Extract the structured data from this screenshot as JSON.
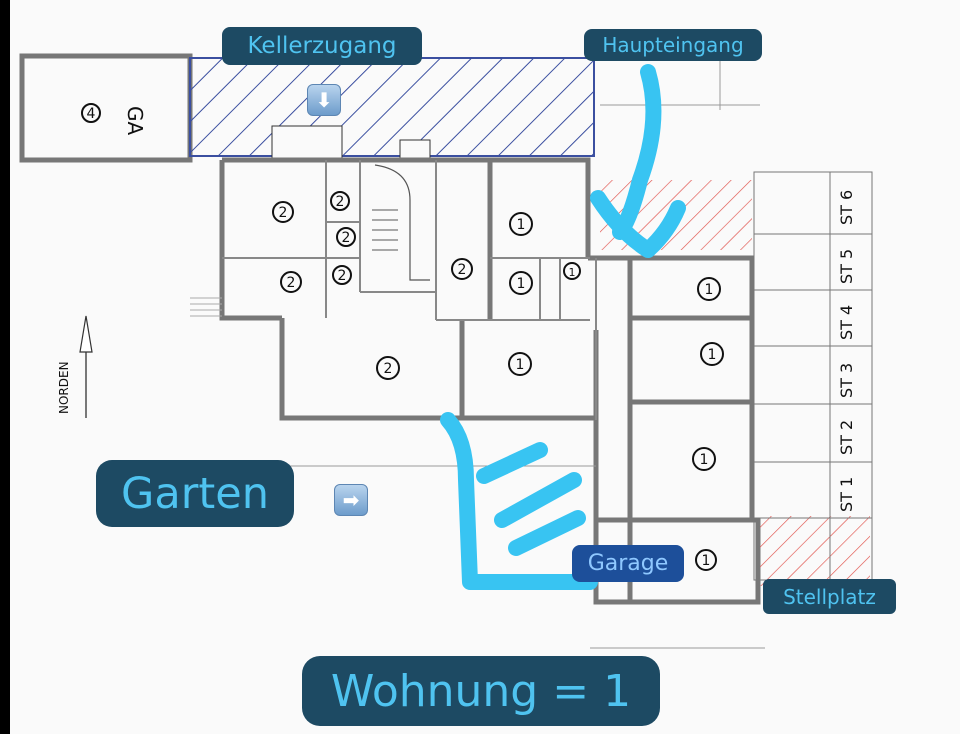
{
  "labels": {
    "kellerzugang": "Kellerzugang",
    "haupteingang": "Haupteingang",
    "garten": "Garten",
    "garage": "Garage",
    "stellplatz": "Stellplatz",
    "wohnung": "Wohnung = 1"
  },
  "icons": {
    "down_arrow": "⬇",
    "right_arrow": "➡"
  },
  "plan_text": {
    "ga_number": "4",
    "ga": "GA",
    "norden": "NORDEN",
    "units": [
      "2",
      "2",
      "2",
      "2",
      "2",
      "2",
      "2",
      "1",
      "1",
      "1",
      "1",
      "1",
      "1",
      "1",
      "1"
    ],
    "parking": [
      "ST 6",
      "ST 5",
      "ST 4",
      "ST 3",
      "ST 2",
      "ST 1"
    ]
  },
  "colors": {
    "label_bg": "#1d4a63",
    "label_text": "#4fc3f0",
    "annotation_stroke": "#38c4f2",
    "hatch_blue": "#3b4fa0",
    "hatch_red": "#e0504a"
  }
}
